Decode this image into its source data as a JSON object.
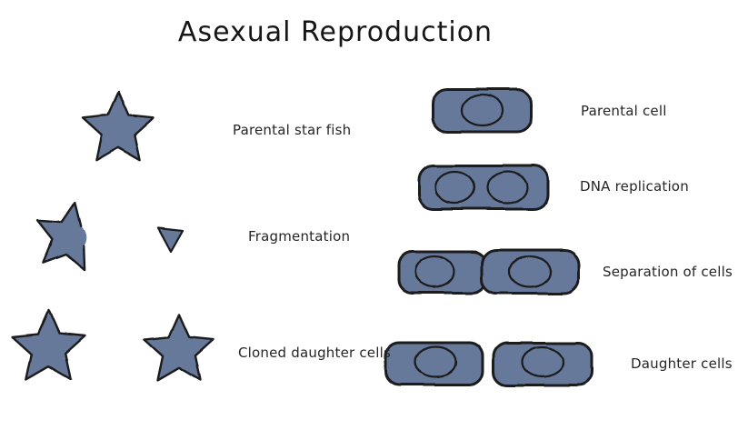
{
  "title": "Asexual Reproduction",
  "colors": {
    "background": "#ffffff",
    "shape_fill": "#66799b",
    "shape_stroke": "#1a1a1a",
    "text": "#262626"
  },
  "starfish_sequence": {
    "rows": [
      {
        "label": "Parental star fish",
        "shape_count": 1,
        "shapes": "whole star"
      },
      {
        "label": "Fragmentation",
        "shape_count": 2,
        "shapes": "star with broken-off arm plus detached arm fragment"
      },
      {
        "label": "Cloned daughter cells",
        "shape_count": 2,
        "shapes": "two whole stars"
      }
    ]
  },
  "cell_sequence": {
    "rows": [
      {
        "label": "Parental cell",
        "cell_count": 1,
        "nucleus_count": 1
      },
      {
        "label": "DNA replication",
        "cell_count": 1,
        "nucleus_count": 2
      },
      {
        "label": "Separation of cells",
        "cell_count": 2,
        "nucleus_count": 2
      },
      {
        "label": "Daughter cells",
        "cell_count": 2,
        "nucleus_count": 2
      }
    ]
  }
}
